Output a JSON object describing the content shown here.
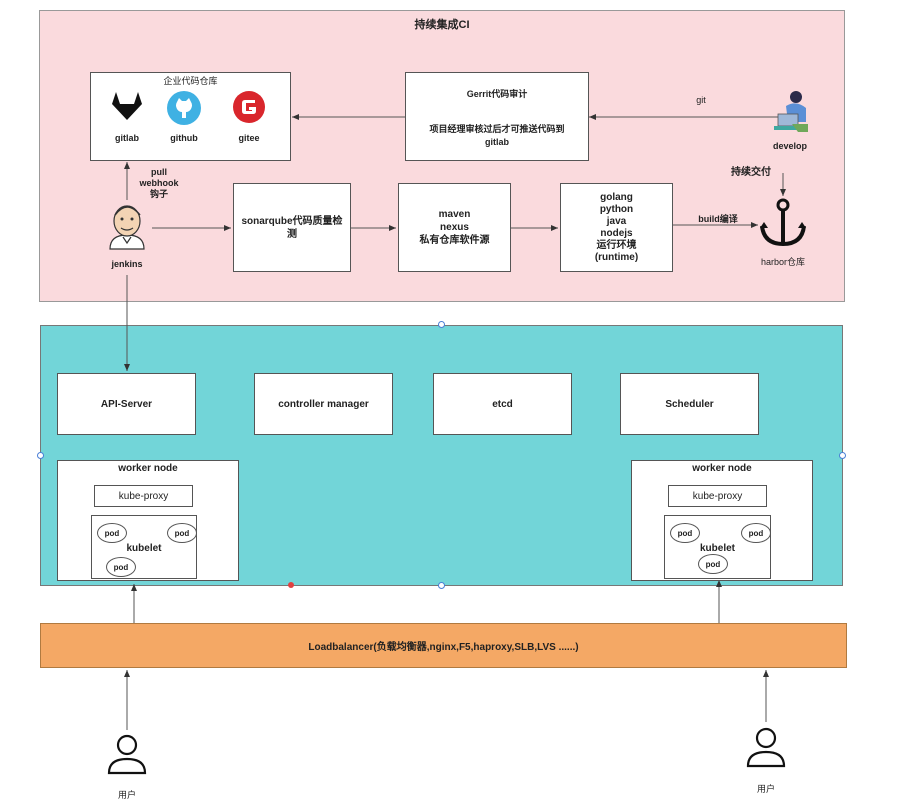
{
  "ci": {
    "title": "持续集成CI",
    "repo_box_title": "企业代码仓库",
    "repos": [
      {
        "label": "gitlab",
        "icon": "gitlab-icon"
      },
      {
        "label": "github",
        "icon": "github-icon"
      },
      {
        "label": "gitee",
        "icon": "gitee-icon"
      }
    ],
    "gerrit_title": "Gerrit代码审计",
    "gerrit_desc": "项目经理审核过后才可推送代码到\ngitlab",
    "git_label": "git",
    "develop_label": "develop",
    "deliver_label": "持续交付",
    "pull_label": "pull\nwebhook\n钩子",
    "jenkins_label": "jenkins",
    "sonar_label": "sonarqube代码质量检\n测",
    "maven_label": "maven\nnexus\n私有仓库软件源",
    "runtime_label": "golang\npython\njava\nnodejs\n运行环境\n(runtime)",
    "build_label": "build编译",
    "harbor_label": "harbor仓库"
  },
  "k8s": {
    "api_server": "API-Server",
    "controller": "controller manager",
    "etcd": "etcd",
    "scheduler": "Scheduler",
    "worker_title": "worker node",
    "kube_proxy": "kube-proxy",
    "kubelet": "kubelet",
    "pod": "pod"
  },
  "lb": {
    "label": "Loadbalancer(负载均衡器,nginx,F5,haproxy,SLB,LVS ......)"
  },
  "users": {
    "label": "用户"
  },
  "colors": {
    "ci_bg": "#fadadd",
    "k8s_bg": "#72d5d8",
    "lb_bg": "#f4a865",
    "gitee_red": "#d9262c",
    "github_blue": "#3fb1e3"
  }
}
